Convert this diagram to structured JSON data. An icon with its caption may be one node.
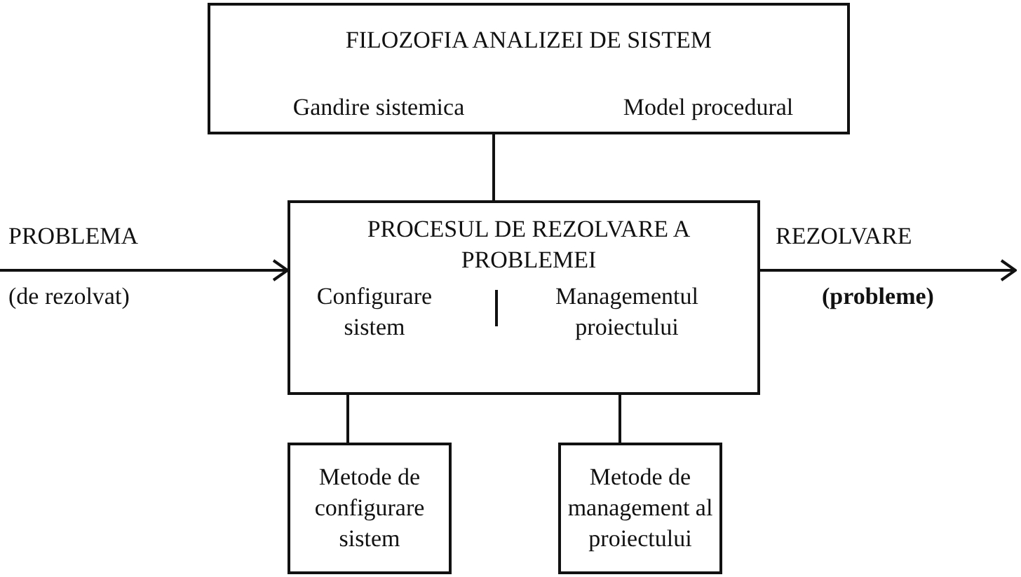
{
  "diagram": {
    "nodes": [
      {
        "text": [
          "FILOZOFIA ANALIZEI DE SISTEM",
          "Gandire sistemica",
          "Model procedural"
        ]
      },
      {
        "text": [
          "PROCESUL DE REZOLVARE A PROBLEMEI",
          "Configurare sistem",
          "Managementul proiectului"
        ]
      },
      {
        "text": [
          "Metode de configurare sistem"
        ]
      },
      {
        "text": [
          "Metode de management al proiectului"
        ]
      }
    ],
    "edges": [
      {
        "from": 0,
        "to": 1,
        "arrow": "none"
      },
      {
        "from": 1,
        "to": 2,
        "arrow": "none"
      },
      {
        "from": 1,
        "to": 3,
        "arrow": "none"
      },
      {
        "from": null,
        "to": 1,
        "arrow": "to"
      },
      {
        "from": 1,
        "to": null,
        "arrow": "to"
      }
    ],
    "labels": [
      "PROBLEMA",
      "(de rezolvat)",
      "REZOLVARE",
      "(probleme)"
    ]
  }
}
